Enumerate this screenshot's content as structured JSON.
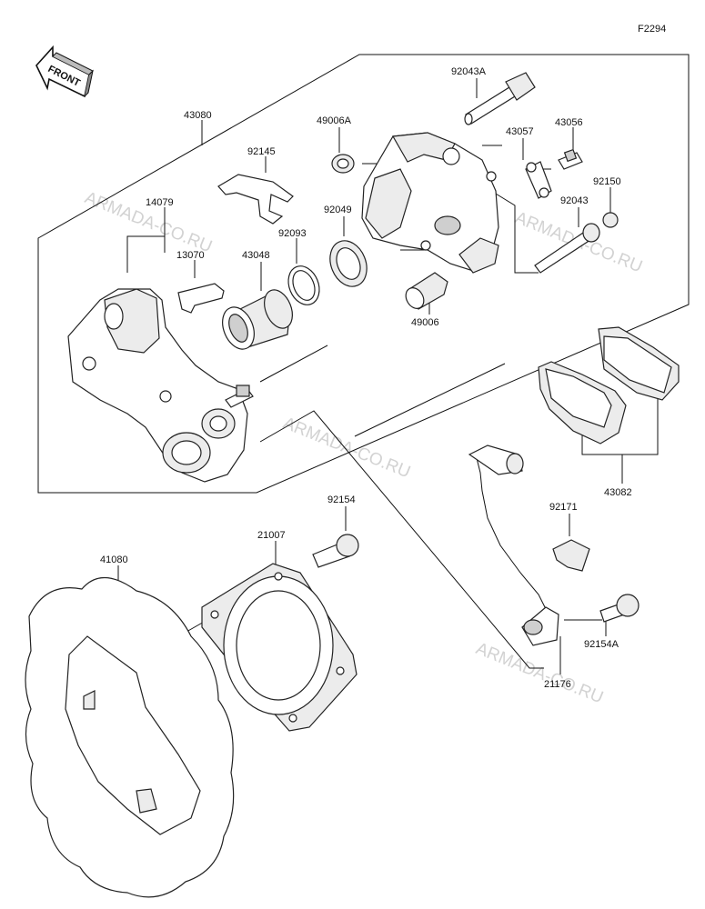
{
  "diagram_code": "F2294",
  "front_label": "FRONT",
  "watermark": "ARMADA-CO.RU",
  "parts": {
    "p43080": "43080",
    "p92145": "92145",
    "p49006A": "49006A",
    "p92043A": "92043A",
    "p43057": "43057",
    "p43056": "43056",
    "p92150": "92150",
    "p92043": "92043",
    "p14079": "14079",
    "p13070": "13070",
    "p43048": "43048",
    "p92093": "92093",
    "p92049": "92049",
    "p49006": "49006",
    "p43082": "43082",
    "p92154": "92154",
    "p21007": "21007",
    "p41080": "41080",
    "p92171": "92171",
    "p92154A": "92154A",
    "p21176": "21176"
  }
}
